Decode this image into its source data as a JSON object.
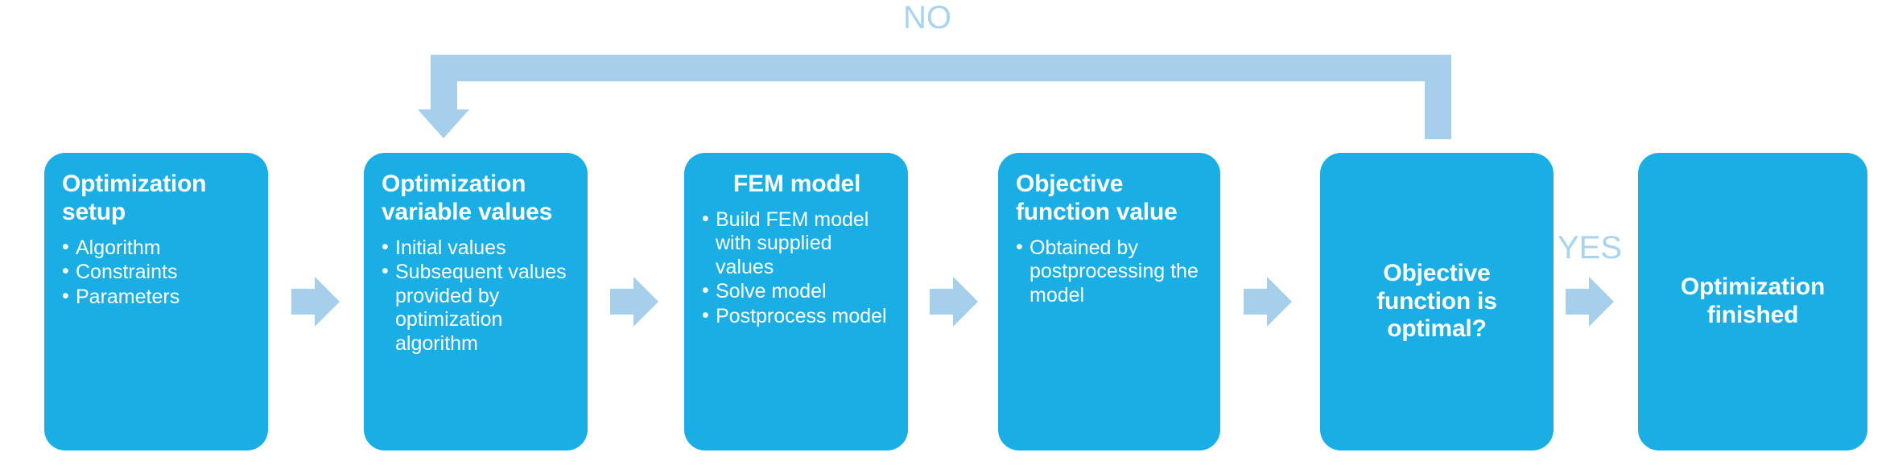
{
  "diagram": {
    "title": "Optimization workflow flowchart",
    "colors": {
      "box_fill": "#1BAEE5",
      "box_text": "#FFFFFF",
      "arrow_fill": "#A6CFEB",
      "label_text": "#A9D3EF",
      "background": "#FFFFFF"
    },
    "nodes": [
      {
        "id": "optimization-setup",
        "title": "Optimization setup",
        "bullets": [
          "Algorithm",
          "Constraints",
          "Parameters"
        ]
      },
      {
        "id": "optimization-variable-values",
        "title": "Optimization variable values",
        "bullets": [
          "Initial values",
          "Subsequent values provided by optimization algorithm"
        ]
      },
      {
        "id": "fem-model",
        "title": "FEM model",
        "bullets": [
          "Build FEM model with supplied values",
          "Solve model",
          "Postprocess model"
        ]
      },
      {
        "id": "objective-function-value",
        "title": "Objective function value",
        "bullets": [
          "Obtained by postprocessing the model"
        ]
      },
      {
        "id": "objective-function-is-optimal",
        "title": "Objective function is optimal?",
        "bullets": []
      },
      {
        "id": "optimization-finished",
        "title": "Optimization finished",
        "bullets": []
      }
    ],
    "connectors": [
      {
        "id": "arrow-setup-to-variables",
        "icon": "arrow-right-icon"
      },
      {
        "id": "arrow-variables-to-fem",
        "icon": "arrow-right-icon"
      },
      {
        "id": "arrow-fem-to-objective",
        "icon": "arrow-right-icon"
      },
      {
        "id": "arrow-objective-to-decision",
        "icon": "arrow-right-icon"
      },
      {
        "id": "arrow-decision-to-finished",
        "icon": "arrow-right-icon"
      }
    ],
    "branch_labels": {
      "no": "NO",
      "yes": "YES"
    },
    "feedback_loop": {
      "id": "no-feedback-loop",
      "from": "objective-function-is-optimal",
      "to": "optimization-variable-values",
      "label": "NO",
      "icon": "loop-arrow-down-icon"
    }
  }
}
